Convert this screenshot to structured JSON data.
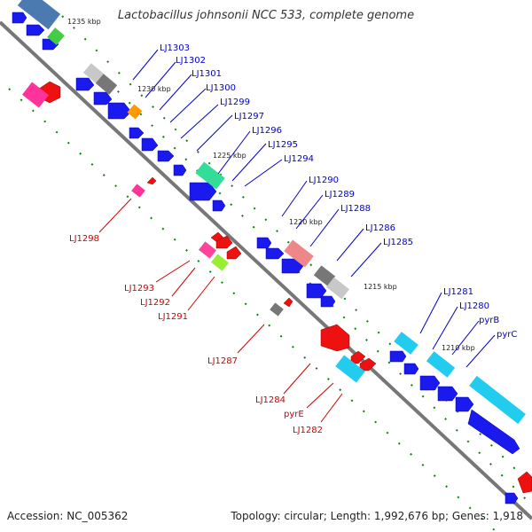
{
  "title": "Lactobacillus johnsonii NCC 533, complete genome",
  "footer": {
    "accession": "Accession: NC_005362",
    "topology": "Topology: circular; Length: 1,992,676 bp; Genes: 1,918"
  },
  "ticks": [
    "1235 kbp",
    "1230 kbp",
    "1225 kbp",
    "1220 kbp",
    "1215 kbp",
    "1210 kbp"
  ],
  "genes_plus_strand": [
    "LJ1303",
    "LJ1302",
    "LJ1301",
    "LJ1300",
    "LJ1299",
    "LJ1297",
    "LJ1296",
    "LJ1295",
    "LJ1294",
    "LJ1290",
    "LJ1289",
    "LJ1288",
    "LJ1286",
    "LJ1285",
    "LJ1281",
    "LJ1280",
    "pyrB",
    "pyrC"
  ],
  "genes_minus_strand": [
    "LJ1298",
    "LJ1293",
    "LJ1292",
    "LJ1291",
    "LJ1287",
    "LJ1284",
    "pyrE",
    "LJ1282"
  ],
  "colors": {
    "forward_cds": "#0000ee",
    "reverse_cds": "#ee0000",
    "backbone": "#888888",
    "gc_dots": "#008800"
  }
}
